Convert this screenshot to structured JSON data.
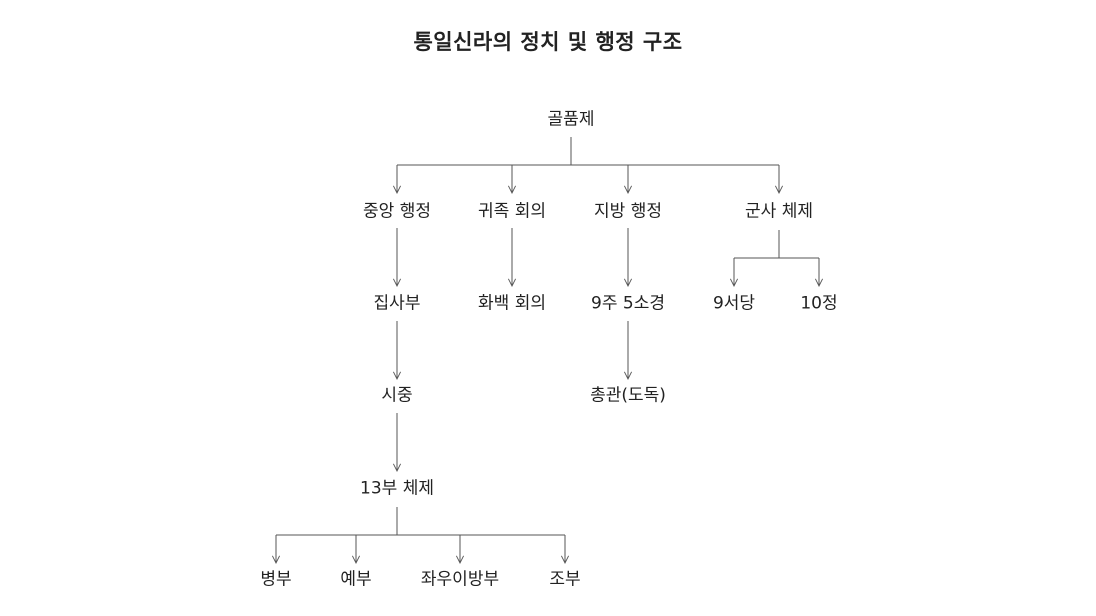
{
  "title": "통일신라의 정치 및 행정 구조",
  "nodes": {
    "root": "골품제",
    "central_admin": "중앙 행정",
    "noble_council": "귀족 회의",
    "local_admin": "지방 행정",
    "military": "군사 체제",
    "jipsabu": "집사부",
    "hwabaek": "화백 회의",
    "provinces": "9주 5소경",
    "seodang": "9서당",
    "jeong10": "10정",
    "sijung": "시중",
    "chonggwan": "총관(도독)",
    "bu13": "13부 체제",
    "byeongbu": "병부",
    "yebu": "예부",
    "jwaui": "좌우이방부",
    "jobu": "조부"
  },
  "colors": {
    "text": "#222222",
    "edge": "#555555",
    "background": "#ffffff"
  }
}
